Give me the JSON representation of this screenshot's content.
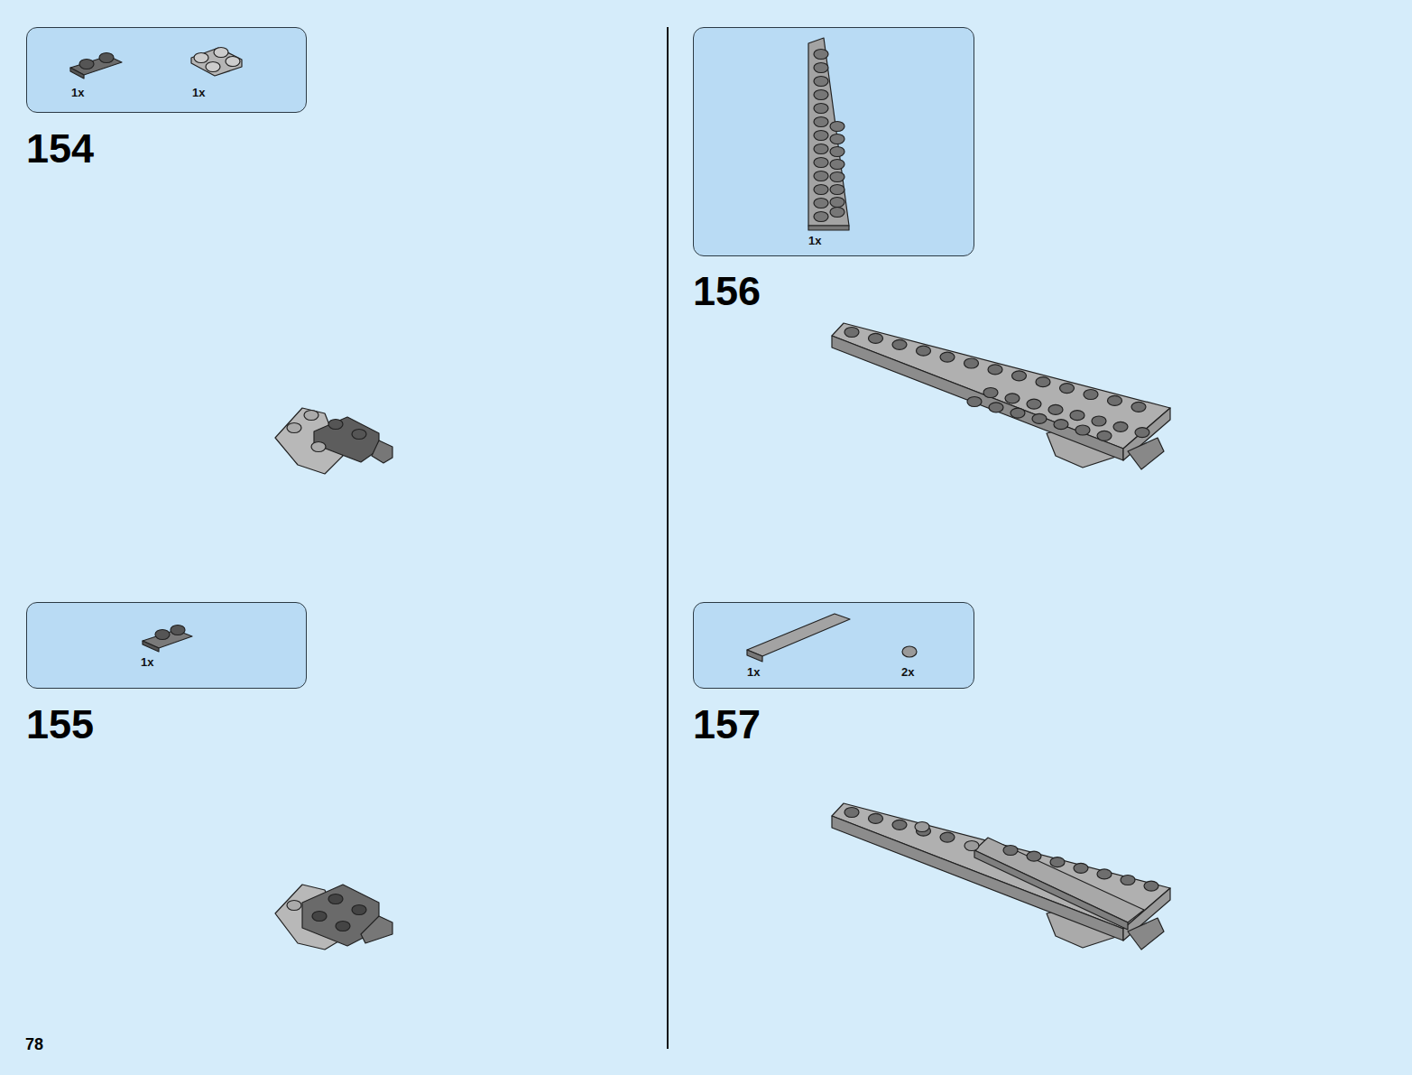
{
  "diagram": {
    "nodes": [
      {
        "text": [
          "1x",
          "1x"
        ]
      },
      {
        "text": [
          "1x"
        ]
      },
      {
        "text": [
          "1x"
        ]
      },
      {
        "text": [
          "1x",
          "2x"
        ]
      }
    ],
    "labels": [
      "154",
      "155",
      "156",
      "157",
      "78"
    ]
  }
}
